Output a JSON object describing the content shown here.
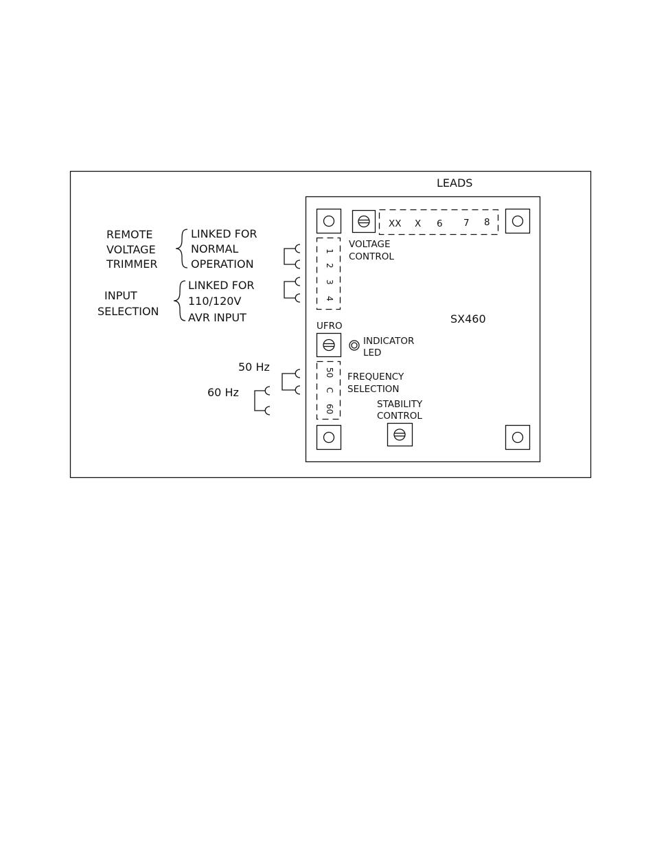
{
  "leads_label": "LEADS",
  "lead_terminals": [
    "XX",
    "X",
    "6",
    "7",
    "8"
  ],
  "model": "SX460",
  "voltage_control": [
    "VOLTAGE",
    "CONTROL"
  ],
  "ufro_label": "UFRO",
  "indicator_led": [
    "INDICATOR",
    "LED"
  ],
  "frequency_selection": [
    "FREQUENCY",
    "SELECTION"
  ],
  "stability_control": [
    "STABILITY",
    "CONTROL"
  ],
  "terminal_numbers": [
    "1",
    "2",
    "3",
    "4"
  ],
  "freq_terminals": [
    "50",
    "C",
    "60"
  ],
  "remote_voltage_trimmer": [
    "REMOTE",
    "VOLTAGE",
    "TRIMMER"
  ],
  "linked_normal_operation": [
    "LINKED FOR",
    "NORMAL",
    "OPERATION"
  ],
  "input_selection": [
    "INPUT",
    "SELECTION"
  ],
  "linked_110_120": [
    "LINKED FOR",
    "110/120V",
    "AVR INPUT"
  ],
  "hz_50": "50 Hz",
  "hz_60": "60 Hz"
}
